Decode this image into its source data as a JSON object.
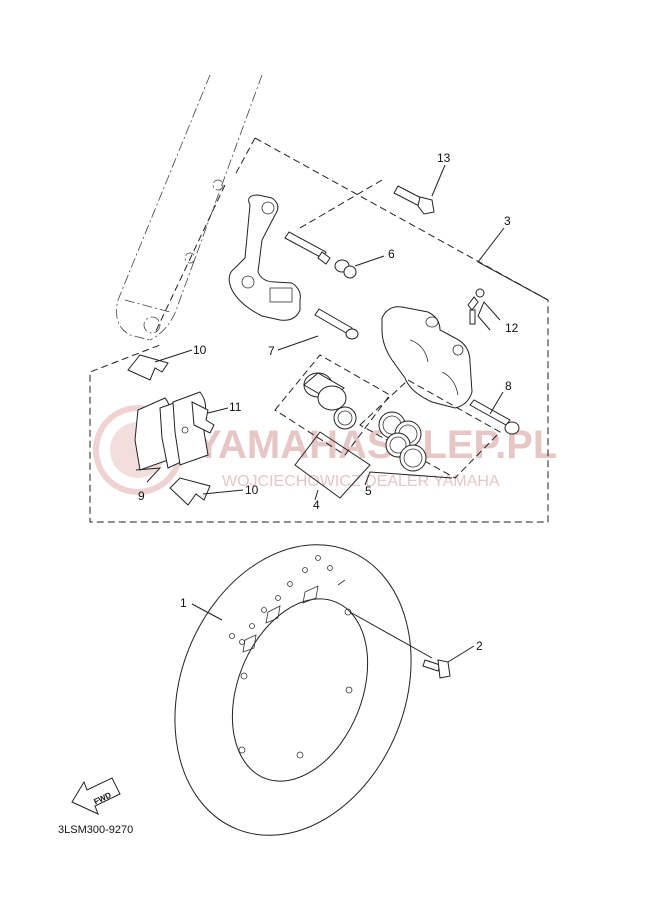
{
  "watermark": {
    "line1": "YAMAHASKLEP.PL",
    "line2": "WOJCIECHOWICZ DEALER YAMAHA",
    "color": "#e7c6c6"
  },
  "part_labels": {
    "p1": "1",
    "p2": "2",
    "p3": "3",
    "p4": "4",
    "p5": "5",
    "p6": "6",
    "p7": "7",
    "p8": "8",
    "p9": "9",
    "p10a": "10",
    "p10b": "10",
    "p11": "11",
    "p12": "12",
    "p13": "13"
  },
  "fwd_label": "FWD",
  "diagram_code": "3LSM300-9270"
}
